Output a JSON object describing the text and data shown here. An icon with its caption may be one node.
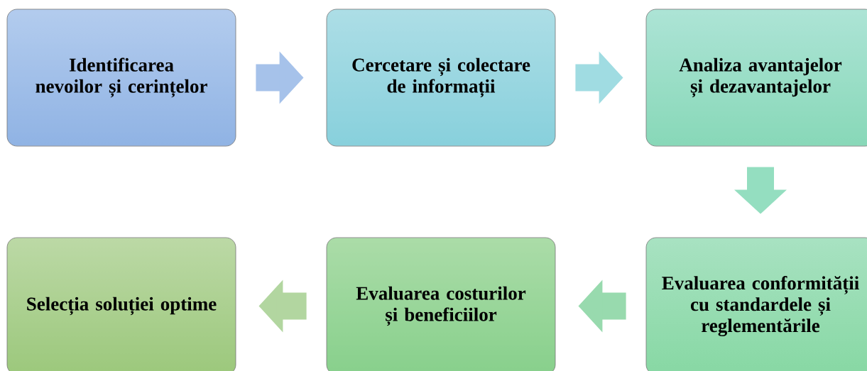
{
  "diagram": {
    "nodes": [
      {
        "text": [
          "Identificarea nevoilor și cerințelor"
        ]
      },
      {
        "text": [
          "Cercetare și colectare de informații"
        ]
      },
      {
        "text": [
          "Analiza avantajelor și dezavantajelor"
        ]
      },
      {
        "text": [
          "Evaluarea conformității cu standardele și reglementările"
        ]
      },
      {
        "text": [
          "Evaluarea costurilor și beneficiilor"
        ]
      },
      {
        "text": [
          "Selecția soluției optime"
        ]
      }
    ],
    "edges": [
      {
        "from": 0,
        "to": 1,
        "arrow": "to"
      },
      {
        "from": 1,
        "to": 2,
        "arrow": "to"
      },
      {
        "from": 2,
        "to": 3,
        "arrow": "to"
      },
      {
        "from": 3,
        "to": 4,
        "arrow": "to"
      },
      {
        "from": 4,
        "to": 5,
        "arrow": "to"
      }
    ]
  }
}
